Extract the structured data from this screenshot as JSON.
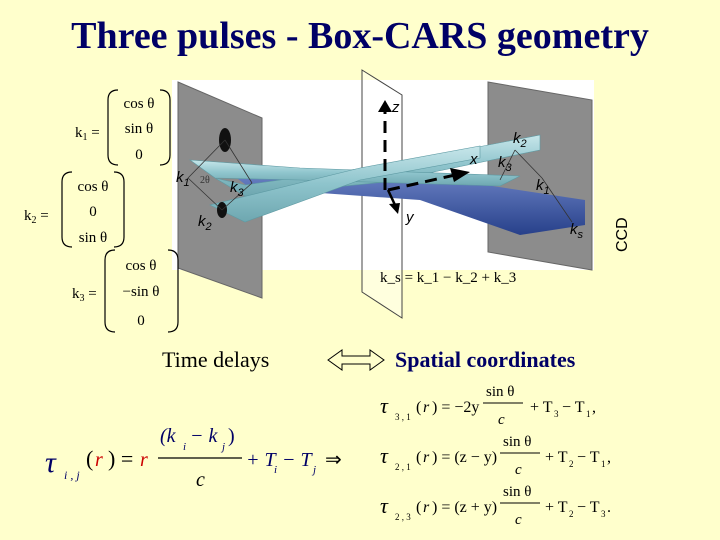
{
  "slide": {
    "title": "Three pulses  - Box-CARS geometry"
  },
  "diagram": {
    "axes": {
      "z": "z",
      "x": "x",
      "y": "y"
    },
    "beams": {
      "k1": "k",
      "k2": "k",
      "k3": "k",
      "ks": "k"
    },
    "subscripts": {
      "one": "1",
      "two": "2",
      "three": "3",
      "s": "s"
    },
    "angle": "2θ",
    "detector": "CCD",
    "phase_matching": "k_s = k_1 − k_2 + k_3"
  },
  "vectors": {
    "k1": [
      "cos θ",
      "sin θ",
      "0"
    ],
    "k2": [
      "cos θ",
      "0",
      "sin θ"
    ],
    "k3": [
      "cos θ",
      "−sin θ",
      "0"
    ]
  },
  "captions": {
    "time_delays": "Time delays",
    "spatial": "Spatial coordinates"
  },
  "equations": {
    "general": "τ_{i,j}(r) = r·(k_i − k_j)/c + T_i − T_j ⇒",
    "tau31": "τ_{3,1}(r) = −2y sinθ/c + T_3 − T_1,",
    "tau21": "τ_{2,1}(r) = (z − y) sinθ/c + T_2 − T_1,",
    "tau23": "τ_{2,3}(r) = (z + y) sinθ/c + T_2 − T_3."
  },
  "colors": {
    "background": "#ffffcc",
    "title": "#000066",
    "beam": "#9ecfd6",
    "signal_beam": "#3a58a8",
    "screen": "#8c8c8c",
    "arrow_red": "#cc0000"
  }
}
